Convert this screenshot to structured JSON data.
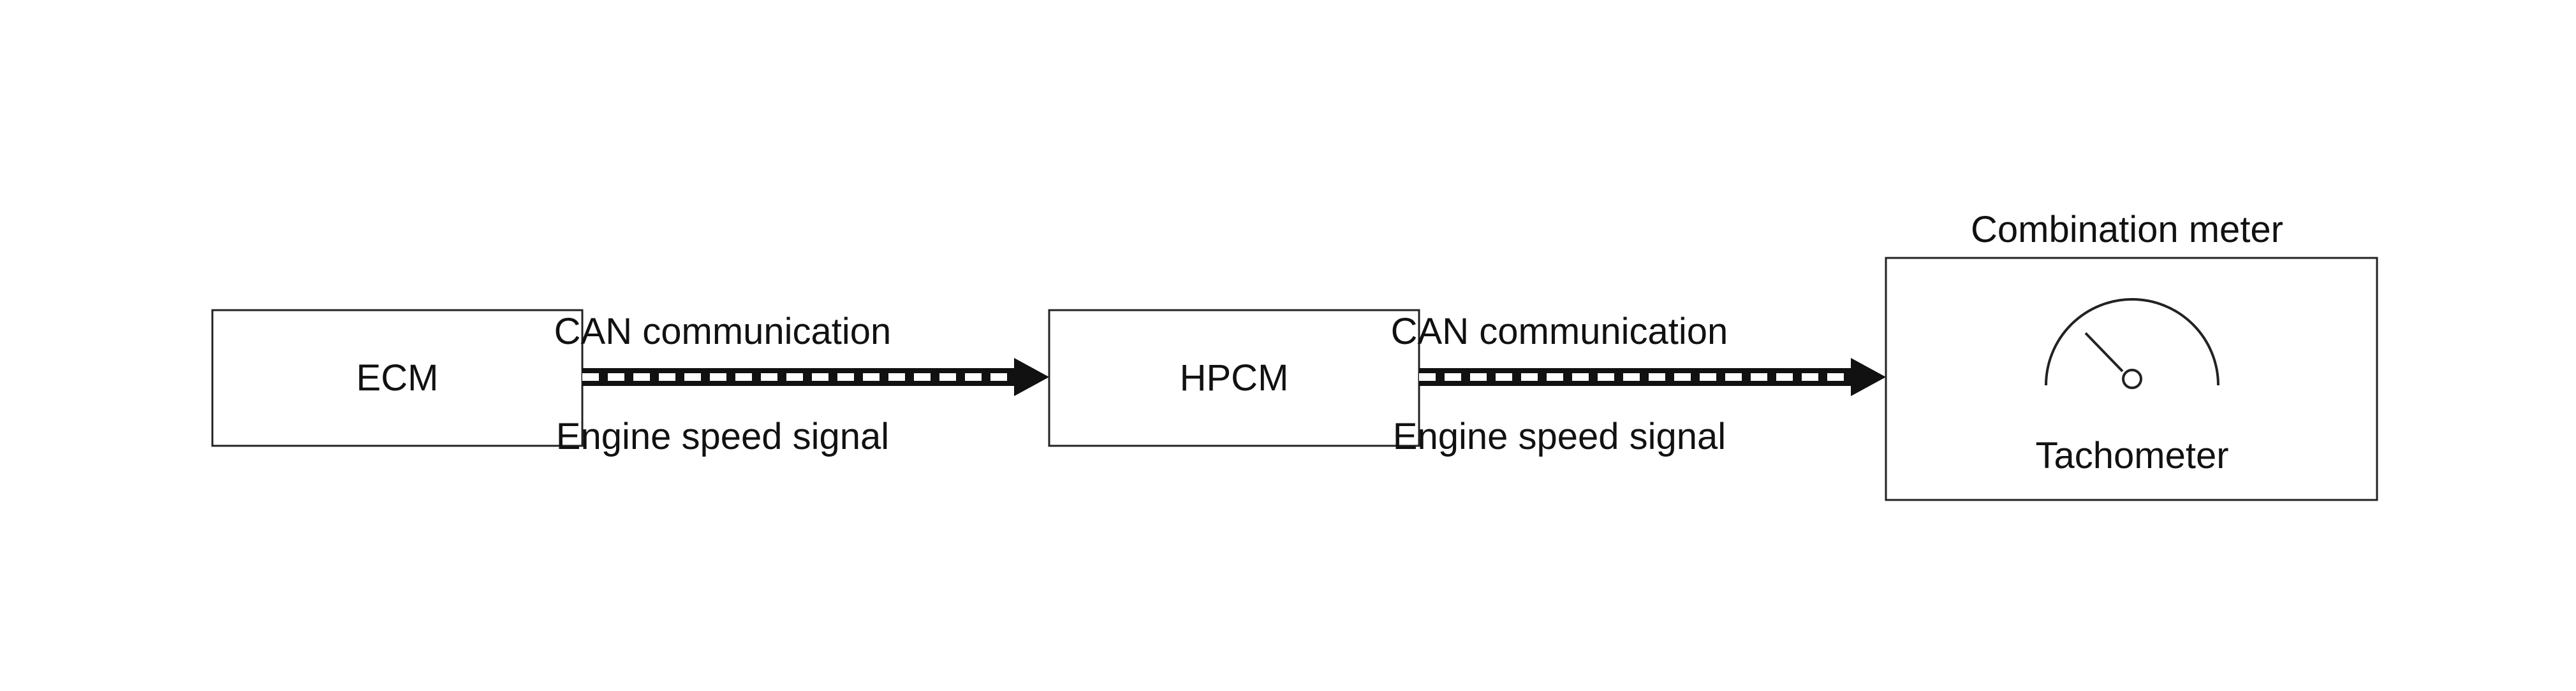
{
  "diagram": {
    "blocks": {
      "ecm": {
        "label": "ECM"
      },
      "hpcm": {
        "label": "HPCM"
      },
      "meter": {
        "title": "Combination meter",
        "gauge_label": "Tachometer",
        "icon": "tachometer-gauge-icon"
      }
    },
    "links": [
      {
        "top_label": "CAN communication",
        "bottom_label": "Engine speed signal"
      },
      {
        "top_label": "CAN communication",
        "bottom_label": "Engine speed signal"
      }
    ]
  }
}
